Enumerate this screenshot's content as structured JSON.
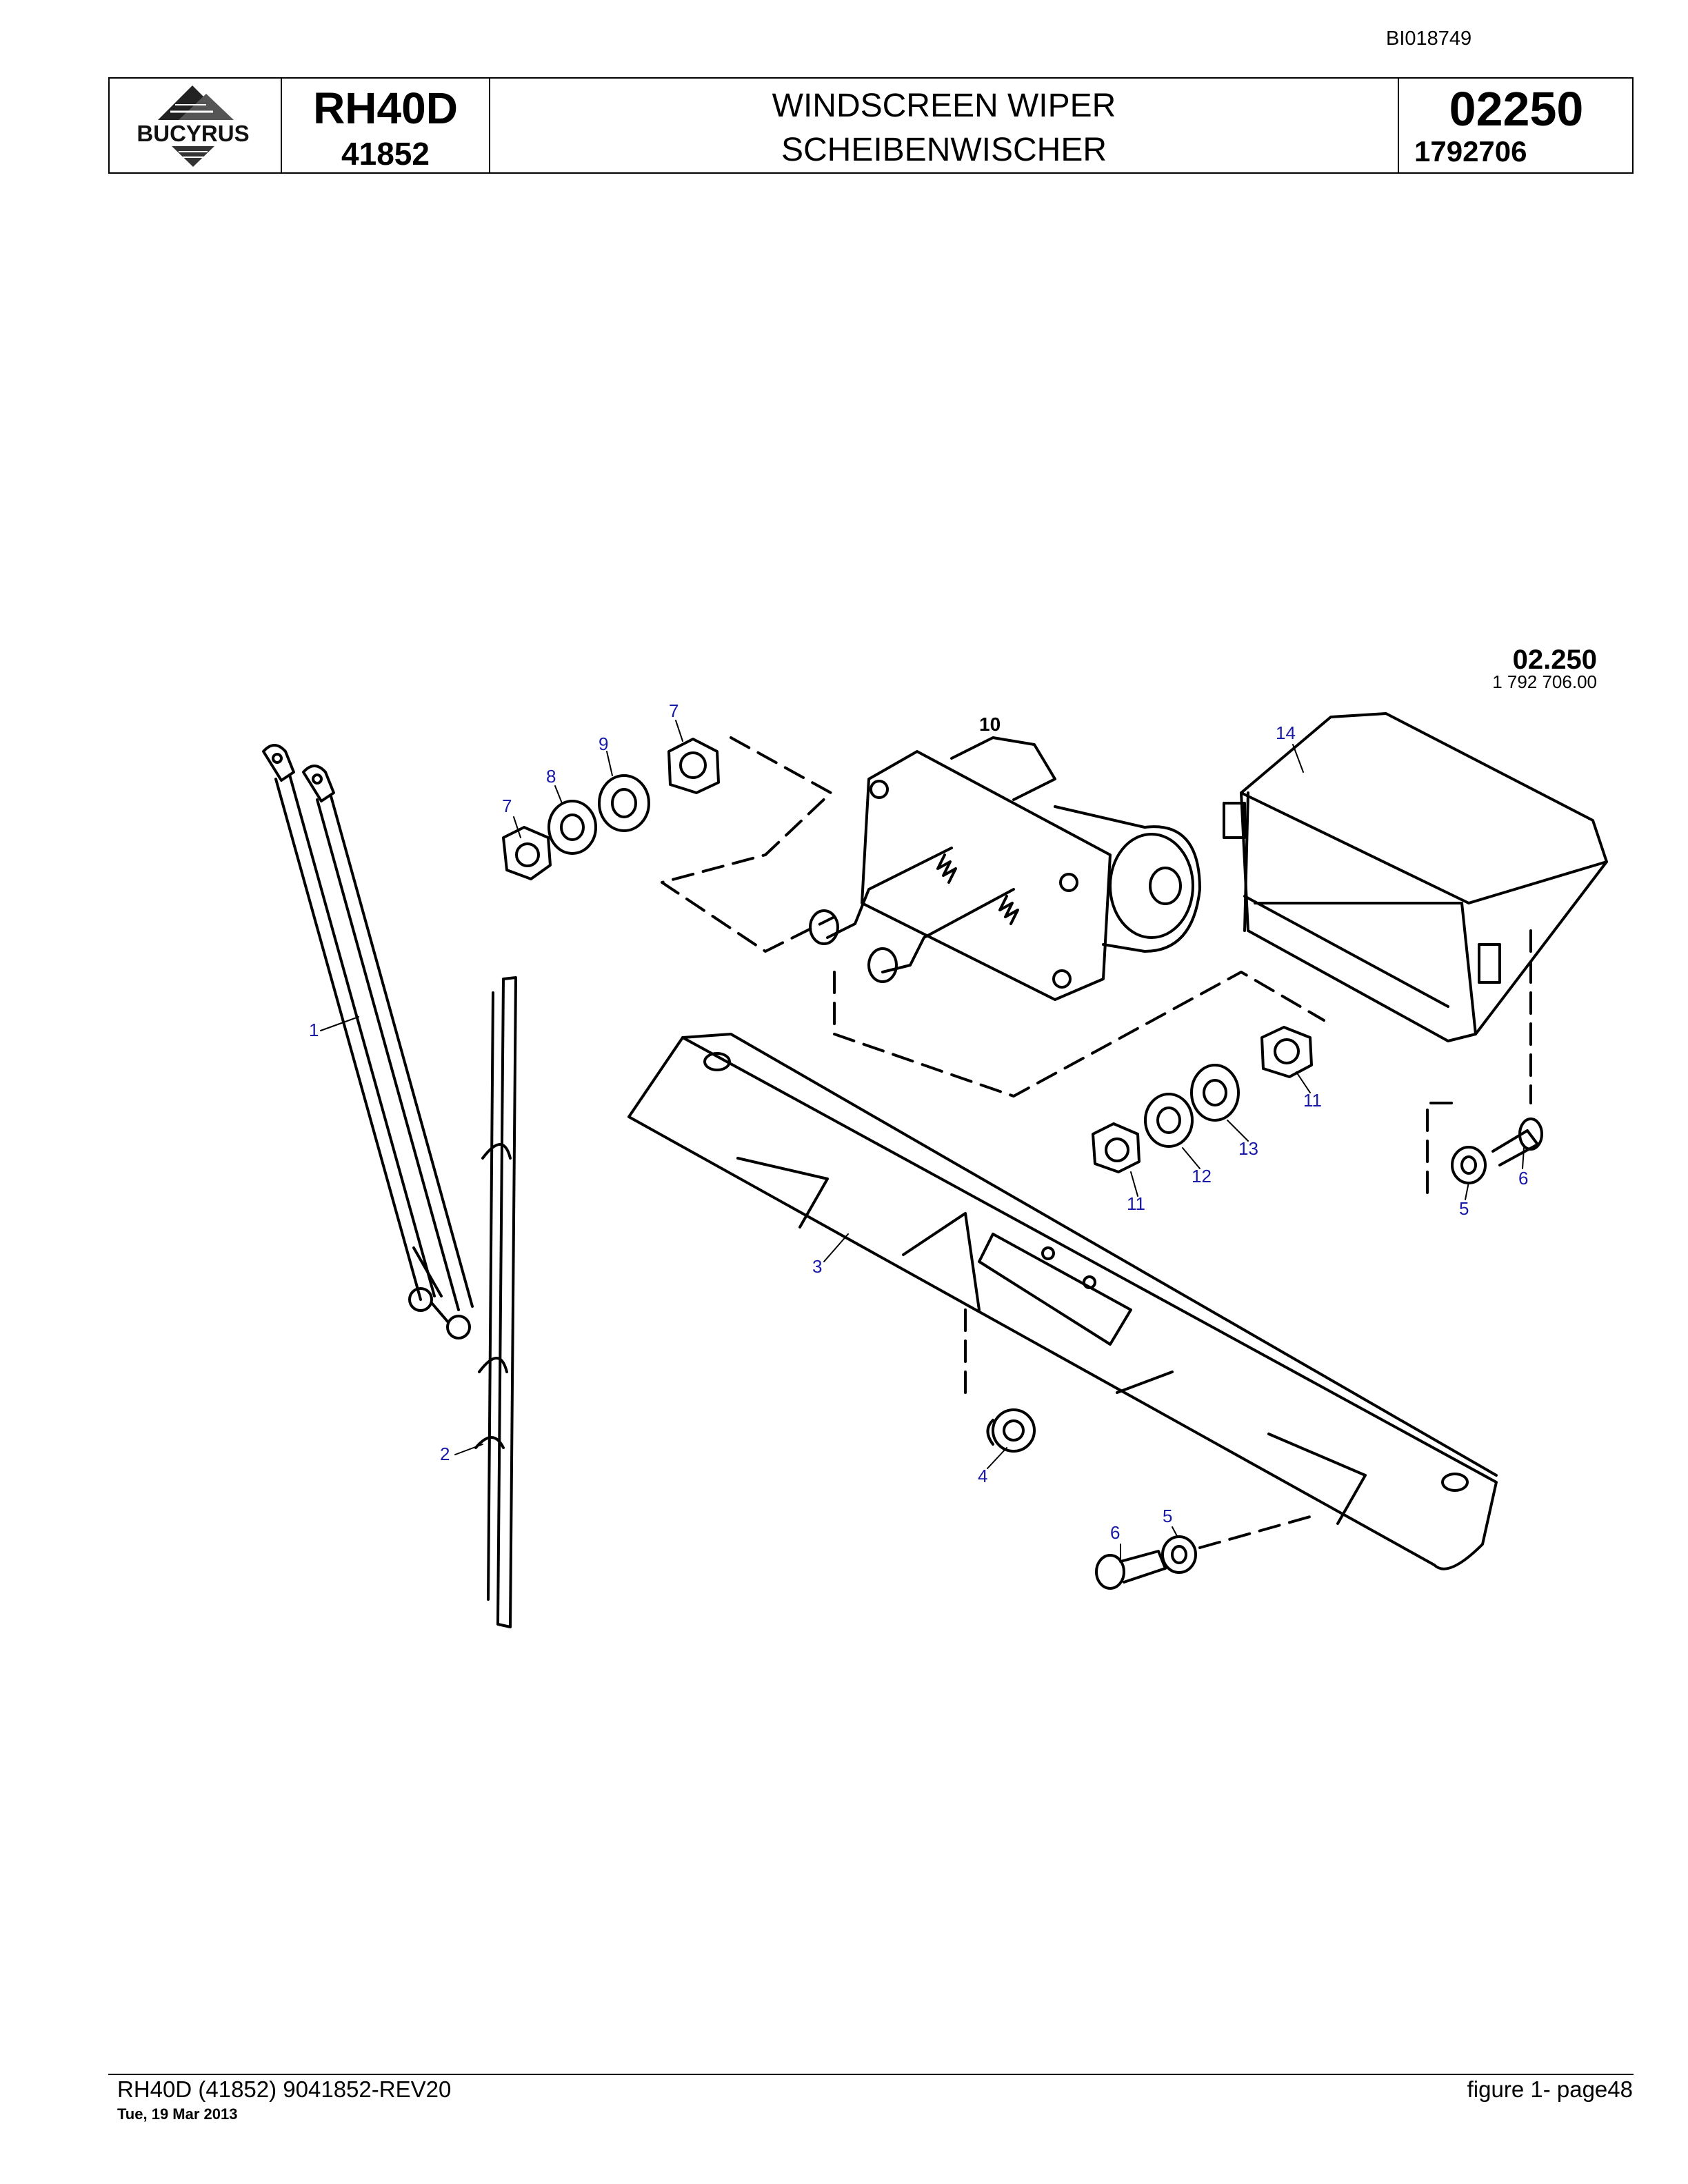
{
  "document_id": "BI018749",
  "header": {
    "brand": "BUCYRUS",
    "model": "RH40D",
    "serial": "41852",
    "title_en": "WINDSCREEN WIPER",
    "title_de": "SCHEIBENWISCHER",
    "group_number": "02250",
    "part_number": "1792706"
  },
  "drawing": {
    "group_code": "02.250",
    "part_code": "1 792 706.00",
    "callouts": {
      "c1": "1",
      "c2": "2",
      "c3": "3",
      "c4": "4",
      "c5a": "5",
      "c5b": "5",
      "c6a": "6",
      "c6b": "6",
      "c7a": "7",
      "c7b": "7",
      "c8": "8",
      "c9": "9",
      "c10": "10",
      "c11a": "11",
      "c11b": "11",
      "c12": "12",
      "c13": "13",
      "c14": "14"
    }
  },
  "footer": {
    "doc_ref": "RH40D (41852) 9041852-REV20",
    "date": "Tue, 19 Mar 2013",
    "figure": "figure  1- page48"
  }
}
